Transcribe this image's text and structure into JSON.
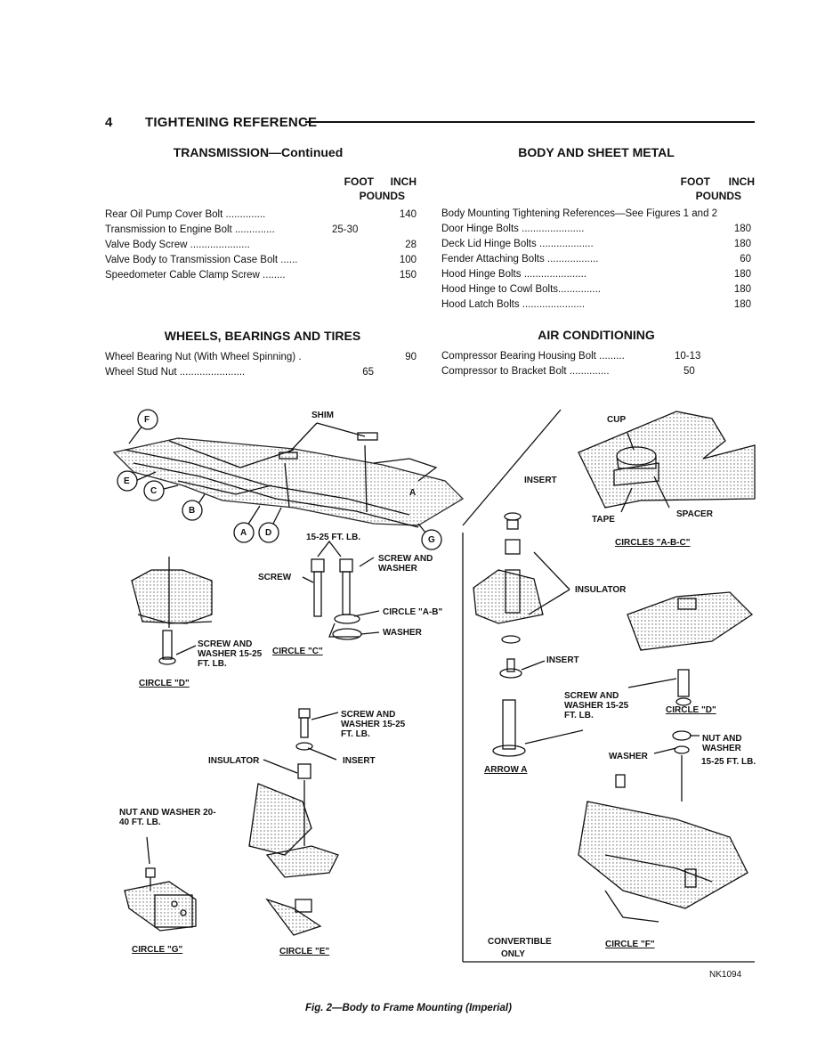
{
  "header": {
    "page_number": "4",
    "title": "TIGHTENING REFERENCE"
  },
  "left": {
    "transmission": {
      "title": "TRANSMISSION—Continued",
      "col_foot": "FOOT",
      "col_inch": "INCH",
      "col_units": "POUNDS",
      "rows": [
        {
          "label": "Rear Oil Pump Cover Bolt ..............",
          "value": "140"
        },
        {
          "label": "Transmission to Engine Bolt ..............",
          "value": "25-30"
        },
        {
          "label": "Valve Body Screw .....................",
          "value": "28"
        },
        {
          "label": "Valve Body to Transmission Case Bolt ......",
          "value": "100"
        },
        {
          "label": "Speedometer Cable Clamp Screw ........",
          "value": "150"
        }
      ]
    },
    "wheels": {
      "title": "WHEELS, BEARINGS AND TIRES",
      "rows": [
        {
          "label": "Wheel Bearing Nut (With Wheel Spinning) .",
          "value": "90"
        },
        {
          "label": "Wheel Stud Nut .......................",
          "value": "65"
        }
      ]
    }
  },
  "right": {
    "body": {
      "title": "BODY AND SHEET METAL",
      "col_foot": "FOOT",
      "col_inch": "INCH",
      "col_units": "POUNDS",
      "rows": [
        {
          "label": "Body Mounting Tightening References—See Figures 1 and 2",
          "value": ""
        },
        {
          "label": "Door Hinge Bolts ......................",
          "value": "180"
        },
        {
          "label": "Deck Lid Hinge Bolts ...................",
          "value": "180"
        },
        {
          "label": "Fender Attaching Bolts ..................",
          "value": "60"
        },
        {
          "label": "Hood Hinge Bolts ......................",
          "value": "180"
        },
        {
          "label": "Hood Hinge to Cowl Bolts...............",
          "value": "180"
        },
        {
          "label": "Hood Latch Bolts ......................",
          "value": "180"
        }
      ]
    },
    "air": {
      "title": "AIR CONDITIONING",
      "rows": [
        {
          "label": "Compressor Bearing Housing Bolt .........",
          "value": "10-13"
        },
        {
          "label": "Compressor to Bracket Bolt ..............",
          "value": "50"
        }
      ]
    }
  },
  "figure": {
    "circles": [
      "F",
      "E",
      "C",
      "B",
      "A",
      "D",
      "G"
    ],
    "labels": {
      "shim": "SHIM",
      "a_arrow": "A",
      "torque_top": "15-25 FT. LB.",
      "screw": "SCREW",
      "screw_and_washer": "SCREW AND WASHER",
      "circle_ab": "CIRCLE \"A-B\"",
      "washer": "WASHER",
      "circle_c": "CIRCLE \"C\"",
      "screw_washer_torque": "SCREW AND WASHER 15-25 FT. LB.",
      "circle_d": "CIRCLE \"D\"",
      "insulator": "INSULATOR",
      "insert": "INSERT",
      "nut_washer_torque": "NUT AND WASHER 20-40 FT. LB.",
      "circle_g": "CIRCLE \"G\"",
      "circle_e": "CIRCLE \"E\"",
      "cup": "CUP",
      "tape": "TAPE",
      "spacer": "SPACER",
      "circles_abc": "CIRCLES \"A-B-C\"",
      "arrow_a": "ARROW A",
      "nut_and_washer": "NUT AND WASHER",
      "torque": "15-25 FT. LB.",
      "convertible": "CONVERTIBLE",
      "only": "ONLY",
      "circle_f": "CIRCLE \"F\"",
      "code": "NK1094"
    },
    "caption": "Fig. 2—Body to Frame Mounting (Imperial)"
  }
}
